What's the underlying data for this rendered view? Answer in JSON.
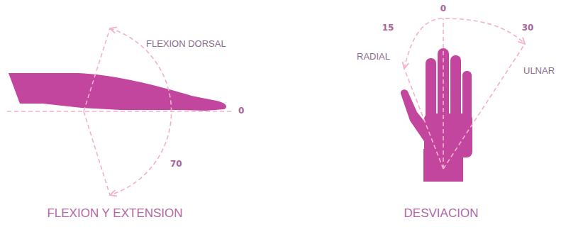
{
  "diagram": {
    "labels": [
      "FLEXION DORSAL",
      "0",
      "70",
      "FLEXION Y EXTENSION",
      "0",
      "15",
      "30",
      "RADIAL",
      "ULNAR",
      "DESVIACION"
    ]
  }
}
